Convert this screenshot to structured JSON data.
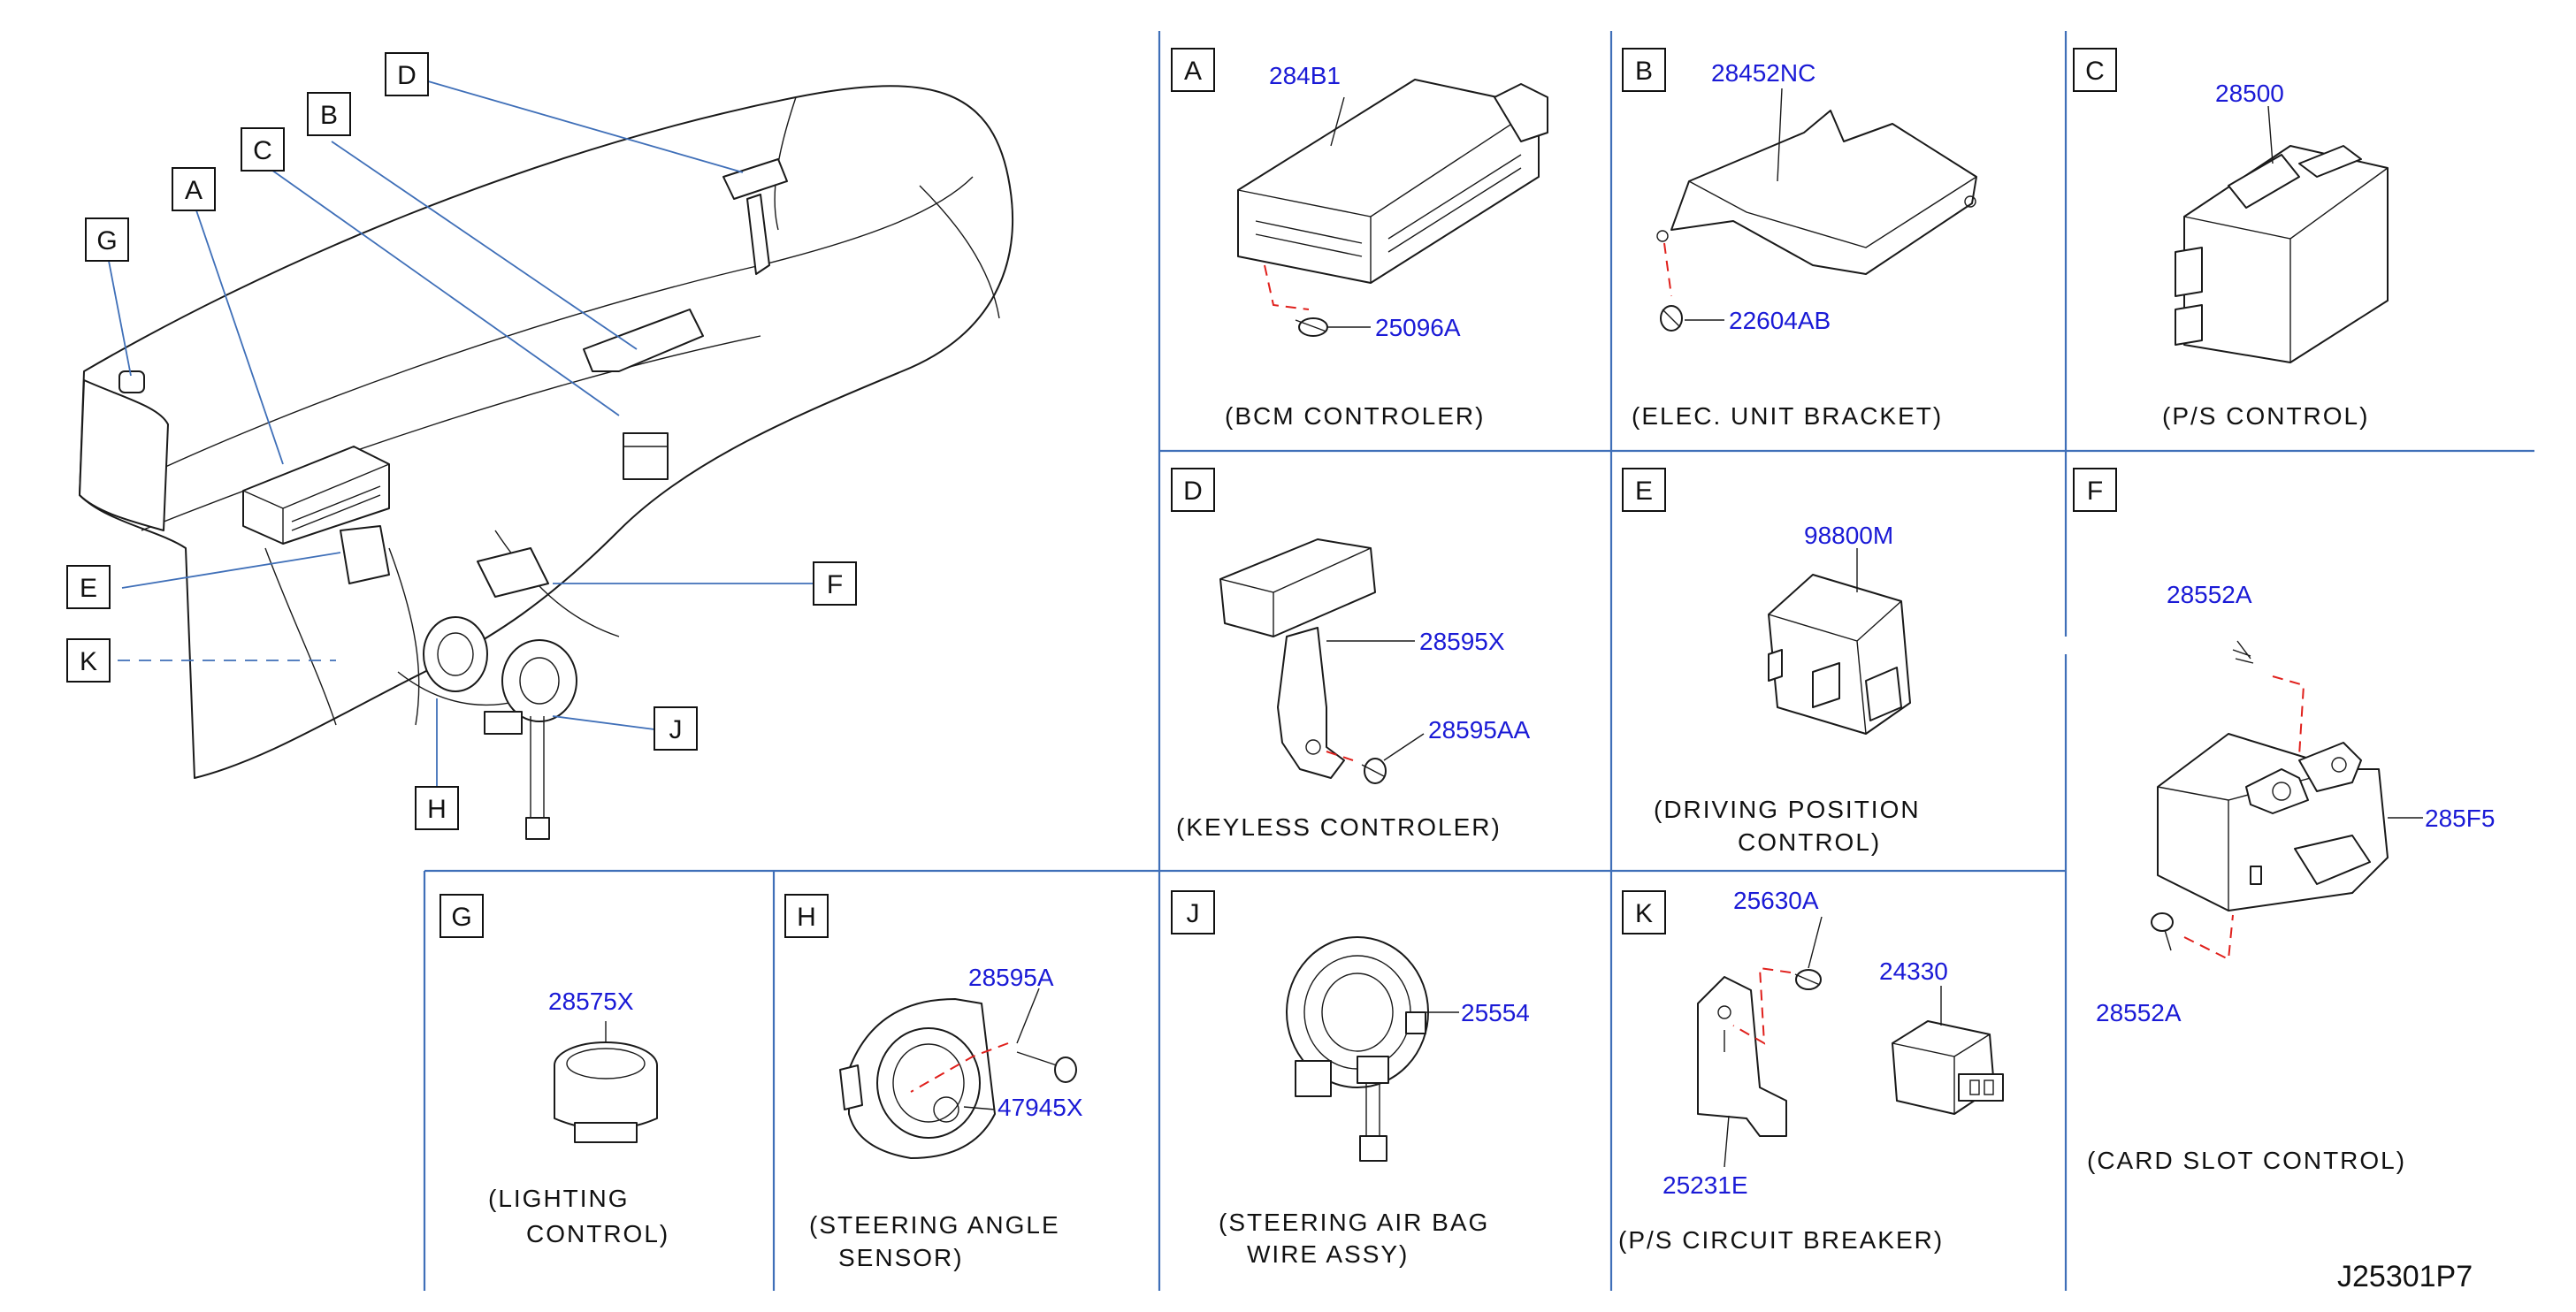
{
  "drawing_number": "J25301P7",
  "overview_callouts": [
    "A",
    "B",
    "C",
    "D",
    "E",
    "F",
    "G",
    "H",
    "J",
    "K"
  ],
  "panels": {
    "A": {
      "letter": "A",
      "parts": [
        "284B1",
        "25096A"
      ],
      "caption": [
        "(BCM    CONTROLER)"
      ]
    },
    "B": {
      "letter": "B",
      "parts": [
        "28452NC",
        "22604AB"
      ],
      "caption": [
        "(ELEC.    UNIT    BRACKET)"
      ]
    },
    "C": {
      "letter": "C",
      "parts": [
        "28500"
      ],
      "caption": [
        "(P/S    CONTROL)"
      ]
    },
    "D": {
      "letter": "D",
      "parts": [
        "28595X",
        "28595AA"
      ],
      "caption": [
        "(KEYLESS    CONTROLER)"
      ]
    },
    "E": {
      "letter": "E",
      "parts": [
        "98800M"
      ],
      "caption": [
        "(DRIVING    POSITION",
        "CONTROL)"
      ]
    },
    "F": {
      "letter": "F",
      "parts": [
        "28552A",
        "285F5",
        "28552A"
      ],
      "caption": [
        "(CARD    SLOT    CONTROL)"
      ]
    },
    "G": {
      "letter": "G",
      "parts": [
        "28575X"
      ],
      "caption": [
        "(LIGHTING",
        "CONTROL)"
      ]
    },
    "H": {
      "letter": "H",
      "parts": [
        "28595A",
        "47945X"
      ],
      "caption": [
        "(STEERING    ANGLE",
        "SENSOR)"
      ]
    },
    "J": {
      "letter": "J",
      "parts": [
        "25554"
      ],
      "caption": [
        "(STEERING    AIR    BAG",
        "WIRE    ASSY)"
      ]
    },
    "K": {
      "letter": "K",
      "parts": [
        "25630A",
        "24330",
        "25231E"
      ],
      "caption": [
        "(P/S    CIRCUIT    BREAKER)"
      ]
    }
  }
}
